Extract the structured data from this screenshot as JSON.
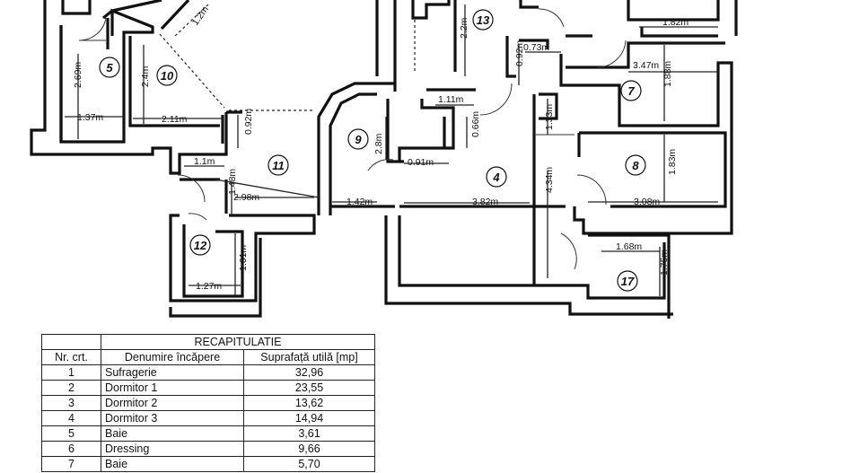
{
  "plan": {
    "rooms": [
      {
        "id": "room-5",
        "label": "5"
      },
      {
        "id": "room-10",
        "label": "10"
      },
      {
        "id": "room-13",
        "label": "13"
      },
      {
        "id": "room-7",
        "label": "7"
      },
      {
        "id": "room-9",
        "label": "9"
      },
      {
        "id": "room-11",
        "label": "11"
      },
      {
        "id": "room-4",
        "label": "4"
      },
      {
        "id": "room-8",
        "label": "8"
      },
      {
        "id": "room-12",
        "label": "12"
      },
      {
        "id": "room-17",
        "label": "17"
      }
    ],
    "dimensions": [
      "1.2m",
      "2.2m",
      "1.82m",
      "0.73m",
      "0.92m",
      "3.47m",
      "2.69m",
      "2.4m",
      "1.88m",
      "1.11m",
      "1.37m",
      "2.11m",
      "0.92m",
      "0.66m",
      "1.33m",
      "2.8m",
      "1.1m",
      "0.91m",
      "1.83m",
      "1.48m",
      "4.34m",
      "2.98m",
      "1.42m",
      "3.82m",
      "3.08m",
      "1.68m",
      "1.61m",
      "1.75m",
      "1.27m"
    ]
  },
  "recap": {
    "title": "RECAPITULATIE",
    "headers": [
      "Nr. crt.",
      "Denumire încăpere",
      "Suprafață utilă [mp]"
    ],
    "rows": [
      [
        "1",
        "Sufragerie",
        "32,96"
      ],
      [
        "2",
        "Dormitor 1",
        "23,55"
      ],
      [
        "3",
        "Dormitor 2",
        "13,62"
      ],
      [
        "4",
        "Dormitor 3",
        "14,94"
      ],
      [
        "5",
        "Baie",
        "3,61"
      ],
      [
        "6",
        "Dressing",
        "9,66"
      ],
      [
        "7",
        "Baie",
        "5,70"
      ]
    ]
  }
}
